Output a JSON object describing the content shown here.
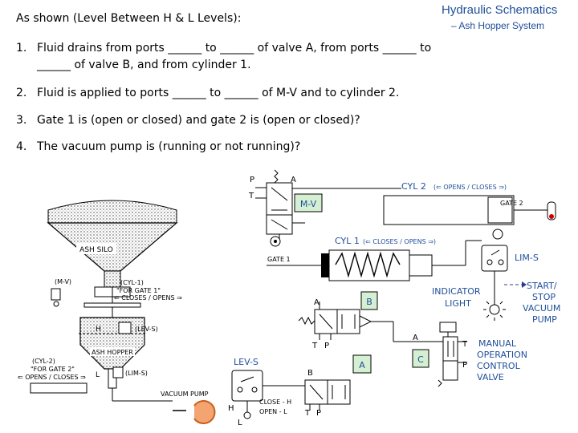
{
  "header": {
    "title": "Hydraulic Schematics",
    "subtitle": "– Ash Hopper System",
    "intro": "As shown (Level Between H & L Levels):"
  },
  "questions": [
    {
      "num": "1.",
      "line1": "Fluid drains from ports ______ to ______ of valve A, from ports ______ to",
      "line2": "______ of valve B, and from cylinder 1."
    },
    {
      "num": "2.",
      "line1": "Fluid is applied to ports ______ to ______ of M-V and to cylinder 2."
    },
    {
      "num": "3.",
      "line1": "Gate 1 is (open or closed) and gate 2 is (open or closed)?"
    },
    {
      "num": "4.",
      "line1": "The vacuum pump is (running or not running)?"
    }
  ],
  "diagram": {
    "silo": {
      "ash_silo": "ASH SILO",
      "mv_ref": "(M-V)",
      "cyl1_ref": "(CYL-1)",
      "cyl1_for": "\"FOR GATE 1\"",
      "cyl1_dir": "⇐ CLOSES / OPENS ⇒",
      "h_mark": "H",
      "lev_s_ref": "(LEV-S)",
      "ash_hopper": "ASH HOPPER",
      "l_mark": "L",
      "cyl2_ref": "(CYL-2)",
      "cyl2_for": "\"FOR GATE 2\"",
      "cyl2_dir": "⇐ OPENS / CLOSES ⇒",
      "lim_s_ref": "(LIM-S)",
      "vacuum_pump": "VACUUM PUMP"
    },
    "mv": {
      "p": "P",
      "t": "T",
      "a": "A",
      "label": "M-V"
    },
    "cyl2": {
      "label": "CYL 2",
      "dir": "(⇐ OPENS / CLOSES ⇒)",
      "gate": "GATE 2"
    },
    "cyl1": {
      "label": "CYL 1",
      "dir": "(⇐ CLOSES / OPENS ⇒)",
      "gate": "GATE 1"
    },
    "lim_s": "LIM-S",
    "indicator": [
      "INDICATOR",
      "LIGHT"
    ],
    "start": [
      "START/",
      "STOP",
      "VACUUM",
      "PUMP"
    ],
    "valve_b": {
      "label": "B",
      "a": "A",
      "t": "T",
      "p": "P"
    },
    "valve_a": {
      "label": "A",
      "b": "B",
      "t": "T",
      "p": "P"
    },
    "valve_c": {
      "label": "C",
      "a": "A",
      "t": "T",
      "p": "P"
    },
    "manual": [
      "MANUAL",
      "OPERATION",
      "CONTROL",
      "VALVE"
    ],
    "lev_s": {
      "label": "LEV-S",
      "h": "H",
      "l": "L",
      "close": "CLOSE - H",
      "open": "OPEN - L"
    }
  },
  "colors": {
    "title": "#1f4e9a",
    "box_fill": "#d4efd2",
    "label_text": "#1f4e9a",
    "indicator_arrow": "#2a3c8c"
  }
}
